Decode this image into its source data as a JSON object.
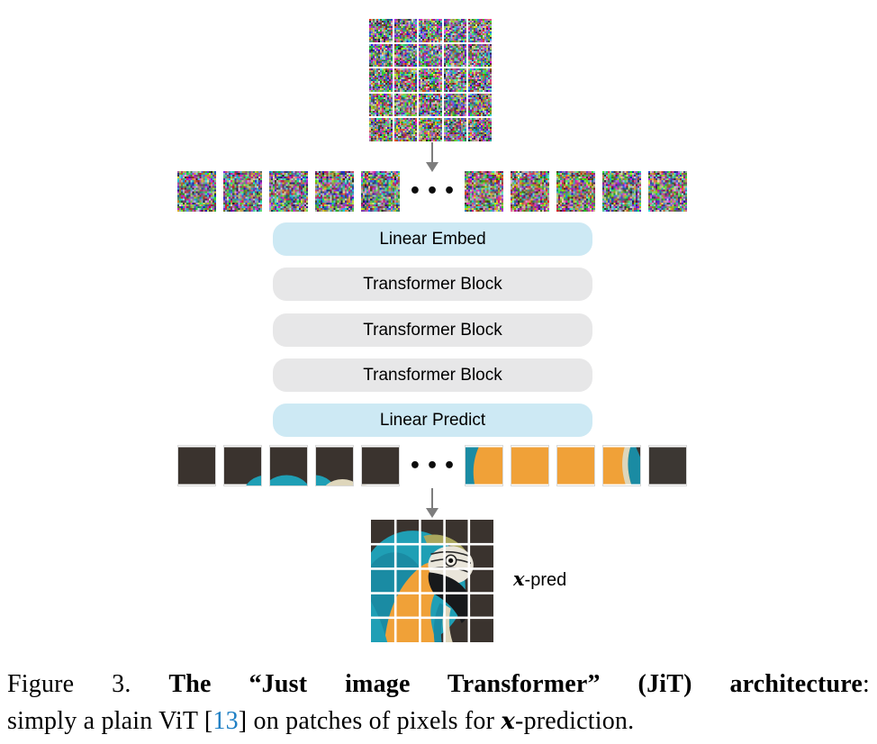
{
  "figure": {
    "ellipsis": "•••",
    "blocks": [
      {
        "label": "Linear Embed",
        "type": "linear"
      },
      {
        "label": "Transformer Block",
        "type": "transformer"
      },
      {
        "label": "Transformer Block",
        "type": "transformer"
      },
      {
        "label": "Transformer Block",
        "type": "transformer"
      },
      {
        "label": "Linear Predict",
        "type": "linear"
      }
    ],
    "xpred": {
      "math": "x",
      "suffix": "-pred"
    },
    "colors": {
      "linear_block_bg": "#cde9f4",
      "transformer_block_bg": "#e7e7e8",
      "block_text": "#000000",
      "arrow": "#7d7d7d",
      "citation_blue": "#1f7fc4",
      "patch_dark": "#3a332e",
      "parrot_teal": "#1f9fb5",
      "parrot_orange": "#f0a138",
      "parrot_cream": "#ded6bb",
      "parrot_face": "#e9e5da",
      "parrot_crown": "#aaa75d",
      "parrot_beak": "#17191b"
    },
    "noise": {
      "top_grid_tints": [
        "#6e6a7e",
        "#6c6c82",
        "#687382",
        "#6a6e84",
        "#70697e",
        "#6c687e",
        "#647082",
        "#5e7a88",
        "#687486",
        "#73687c",
        "#64687e",
        "#887a5e",
        "#78746c",
        "#6e7480",
        "#6e6a7c",
        "#7a7464",
        "#8c7a54",
        "#6e7078",
        "#666e7e",
        "#6c6879",
        "#7e765c",
        "#8e7c52",
        "#887652",
        "#6a6878",
        "#6e6c76"
      ],
      "input_row_left_tints": [
        "#6b6779",
        "#6a6a7c",
        "#697080",
        "#6b697a",
        "#676675"
      ],
      "input_row_right_tints": [
        "#7c7058",
        "#84745a",
        "#807052",
        "#6d6b7b",
        "#6e7077"
      ]
    }
  },
  "caption": {
    "figure_label": "Figure 3.",
    "bold_title": "The “Just image Transformer” (JiT) architecture",
    "colon": ":",
    "line2_pre": "simply a plain ViT [",
    "citation": "13",
    "line2_mid": "] on patches of pixels for ",
    "math_x": "x",
    "line2_end": "-prediction."
  }
}
